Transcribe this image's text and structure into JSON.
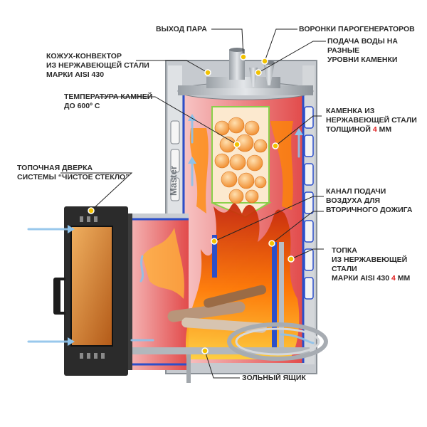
{
  "labels": {
    "steam_outlet": "ВЫХОД ПАРА",
    "steam_funnels": "ВОРОНКИ ПАРОГЕНЕРАТОРОВ",
    "water_supply": [
      "ПОДАЧА ВОДЫ НА",
      "РАЗНЫЕ",
      "УРОВНИ КАМЕНКИ"
    ],
    "casing": [
      "КОЖУХ-КОНВЕКТОР",
      "ИЗ НЕРЖАВЕЮЩЕЙ СТАЛИ",
      "МАРКИ AISI 430"
    ],
    "stone_temp": [
      "ТЕМПЕРАТУРА КАМНЕЙ",
      "ДО 600º С"
    ],
    "stone_box": {
      "line1": "КАМЕНКА ИЗ",
      "line2": "НЕРЖАВЕЮЩЕЙ СТАЛИ",
      "line3_pre": "ТОЛЩИНОЙ ",
      "line3_num": "4",
      "line3_post": " ММ"
    },
    "door": [
      "ТОПОЧНАЯ ДВЕРКА",
      "СИСТЕМЫ “ЧИСТОЕ СТЕКЛО”"
    ],
    "air_channel": [
      "КАНАЛ ПОДАЧИ",
      "ВОЗДУХА ДЛЯ",
      "ВТОРИЧНОГО ДОЖИГА"
    ],
    "firebox": {
      "line1": "ТОПКА",
      "line2": "ИЗ НЕРЖАВЕЮЩЕЙ",
      "line3": "СТАЛИ",
      "line4_pre": "МАРКИ AISI 430 ",
      "line4_num": "4",
      "line4_post": " ММ"
    },
    "ash_box": "ЗОЛЬНЫЙ ЯЩИК"
  },
  "brand_text": "Master",
  "colors": {
    "text": "#2a2a2a",
    "accent_red": "#e01e1e",
    "marker": "#f2c200",
    "steel": "#b9bec4",
    "door": "#2b2b2b",
    "glass": "#d98a3a",
    "flame": "#ff8a00",
    "air_arrow": "#7fb4de"
  }
}
